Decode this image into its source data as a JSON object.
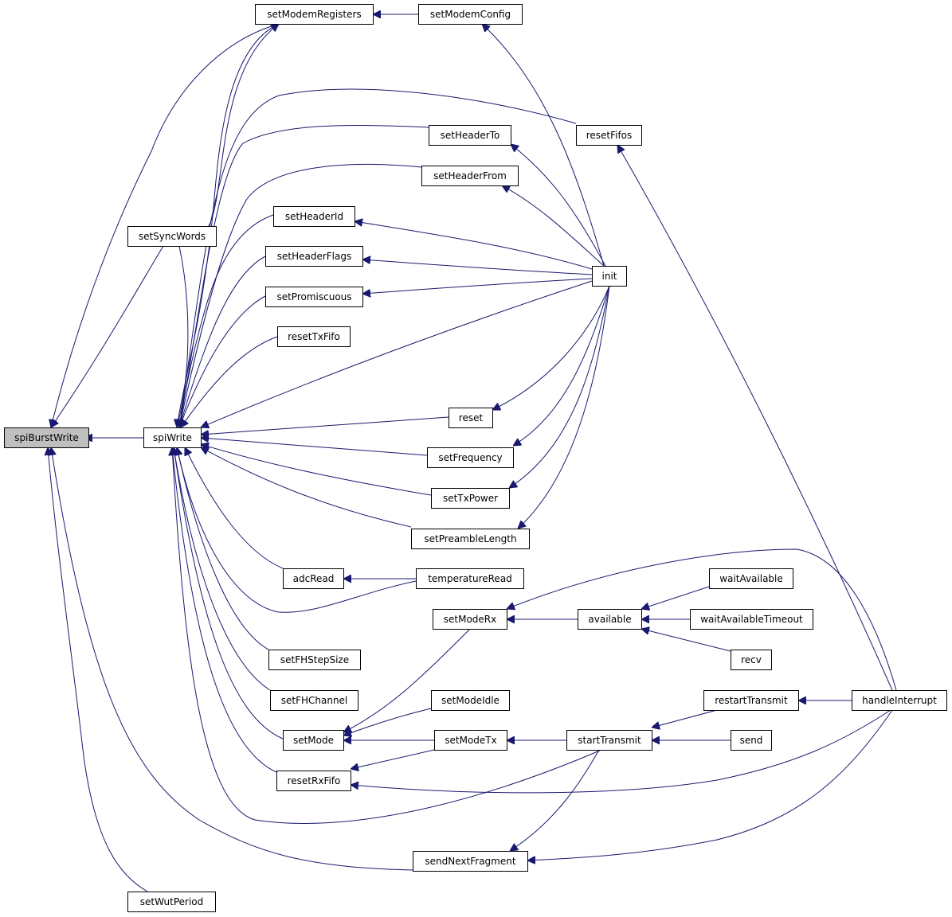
{
  "graph": {
    "focus_node": "spiBurstWrite",
    "nodes": [
      {
        "id": "spiBurstWrite",
        "label": "spiBurstWrite"
      },
      {
        "id": "spiWrite",
        "label": "spiWrite"
      },
      {
        "id": "setSyncWords",
        "label": "setSyncWords"
      },
      {
        "id": "setModemRegisters",
        "label": "setModemRegisters"
      },
      {
        "id": "setModemConfig",
        "label": "setModemConfig"
      },
      {
        "id": "setWutPeriod",
        "label": "setWutPeriod"
      },
      {
        "id": "sendNextFragment",
        "label": "sendNextFragment"
      },
      {
        "id": "resetFifos",
        "label": "resetFifos"
      },
      {
        "id": "setHeaderTo",
        "label": "setHeaderTo"
      },
      {
        "id": "setHeaderFrom",
        "label": "setHeaderFrom"
      },
      {
        "id": "setHeaderId",
        "label": "setHeaderId"
      },
      {
        "id": "setHeaderFlags",
        "label": "setHeaderFlags"
      },
      {
        "id": "setPromiscuous",
        "label": "setPromiscuous"
      },
      {
        "id": "resetTxFifo",
        "label": "resetTxFifo"
      },
      {
        "id": "init",
        "label": "init"
      },
      {
        "id": "reset",
        "label": "reset"
      },
      {
        "id": "setFrequency",
        "label": "setFrequency"
      },
      {
        "id": "setTxPower",
        "label": "setTxPower"
      },
      {
        "id": "setPreambleLength",
        "label": "setPreambleLength"
      },
      {
        "id": "adcRead",
        "label": "adcRead"
      },
      {
        "id": "temperatureRead",
        "label": "temperatureRead"
      },
      {
        "id": "setModeRx",
        "label": "setModeRx"
      },
      {
        "id": "available",
        "label": "available"
      },
      {
        "id": "waitAvailable",
        "label": "waitAvailable"
      },
      {
        "id": "waitAvailableTimeout",
        "label": "waitAvailableTimeout"
      },
      {
        "id": "recv",
        "label": "recv"
      },
      {
        "id": "setFHStepSize",
        "label": "setFHStepSize"
      },
      {
        "id": "setFHChannel",
        "label": "setFHChannel"
      },
      {
        "id": "setModeIdle",
        "label": "setModeIdle"
      },
      {
        "id": "setMode",
        "label": "setMode"
      },
      {
        "id": "setModeTx",
        "label": "setModeTx"
      },
      {
        "id": "startTransmit",
        "label": "startTransmit"
      },
      {
        "id": "restartTransmit",
        "label": "restartTransmit"
      },
      {
        "id": "send",
        "label": "send"
      },
      {
        "id": "handleInterrupt",
        "label": "handleInterrupt"
      },
      {
        "id": "resetRxFifo",
        "label": "resetRxFifo"
      }
    ],
    "edges": [
      {
        "from": "spiWrite",
        "to": "spiBurstWrite"
      },
      {
        "from": "setSyncWords",
        "to": "spiBurstWrite"
      },
      {
        "from": "setModemRegisters",
        "to": "spiBurstWrite"
      },
      {
        "from": "setWutPeriod",
        "to": "spiBurstWrite"
      },
      {
        "from": "sendNextFragment",
        "to": "spiBurstWrite"
      },
      {
        "from": "setModemConfig",
        "to": "setModemRegisters"
      },
      {
        "from": "setSyncWords",
        "to": "setModemRegisters"
      },
      {
        "from": "init",
        "to": "setModemConfig"
      },
      {
        "from": "setModemRegisters",
        "to": "spiWrite"
      },
      {
        "from": "resetFifos",
        "to": "spiWrite"
      },
      {
        "from": "setHeaderTo",
        "to": "spiWrite"
      },
      {
        "from": "setHeaderFrom",
        "to": "spiWrite"
      },
      {
        "from": "setHeaderId",
        "to": "spiWrite"
      },
      {
        "from": "setHeaderFlags",
        "to": "spiWrite"
      },
      {
        "from": "setPromiscuous",
        "to": "spiWrite"
      },
      {
        "from": "resetTxFifo",
        "to": "spiWrite"
      },
      {
        "from": "init",
        "to": "spiWrite"
      },
      {
        "from": "reset",
        "to": "spiWrite"
      },
      {
        "from": "setFrequency",
        "to": "spiWrite"
      },
      {
        "from": "setTxPower",
        "to": "spiWrite"
      },
      {
        "from": "setPreambleLength",
        "to": "spiWrite"
      },
      {
        "from": "adcRead",
        "to": "spiWrite"
      },
      {
        "from": "temperatureRead",
        "to": "spiWrite"
      },
      {
        "from": "setFHStepSize",
        "to": "spiWrite"
      },
      {
        "from": "setFHChannel",
        "to": "spiWrite"
      },
      {
        "from": "setMode",
        "to": "spiWrite"
      },
      {
        "from": "resetRxFifo",
        "to": "spiWrite"
      },
      {
        "from": "startTransmit",
        "to": "spiWrite"
      },
      {
        "from": "setSyncWords",
        "to": "spiWrite"
      },
      {
        "from": "init",
        "to": "setHeaderTo"
      },
      {
        "from": "init",
        "to": "setHeaderFrom"
      },
      {
        "from": "init",
        "to": "setHeaderId"
      },
      {
        "from": "init",
        "to": "setHeaderFlags"
      },
      {
        "from": "init",
        "to": "setPromiscuous"
      },
      {
        "from": "init",
        "to": "reset"
      },
      {
        "from": "init",
        "to": "setFrequency"
      },
      {
        "from": "init",
        "to": "setTxPower"
      },
      {
        "from": "init",
        "to": "setPreambleLength"
      },
      {
        "from": "handleInterrupt",
        "to": "resetFifos"
      },
      {
        "from": "temperatureRead",
        "to": "adcRead"
      },
      {
        "from": "handleInterrupt",
        "to": "setModeRx"
      },
      {
        "from": "available",
        "to": "setModeRx"
      },
      {
        "from": "waitAvailable",
        "to": "available"
      },
      {
        "from": "waitAvailableTimeout",
        "to": "available"
      },
      {
        "from": "recv",
        "to": "available"
      },
      {
        "from": "setModeRx",
        "to": "setMode"
      },
      {
        "from": "setModeIdle",
        "to": "setMode"
      },
      {
        "from": "setModeTx",
        "to": "setMode"
      },
      {
        "from": "startTransmit",
        "to": "setModeTx"
      },
      {
        "from": "restartTransmit",
        "to": "startTransmit"
      },
      {
        "from": "send",
        "to": "startTransmit"
      },
      {
        "from": "handleInterrupt",
        "to": "restartTransmit"
      },
      {
        "from": "setModeTx",
        "to": "resetRxFifo"
      },
      {
        "from": "handleInterrupt",
        "to": "resetRxFifo"
      },
      {
        "from": "startTransmit",
        "to": "sendNextFragment"
      },
      {
        "from": "handleInterrupt",
        "to": "sendNextFragment"
      }
    ]
  }
}
